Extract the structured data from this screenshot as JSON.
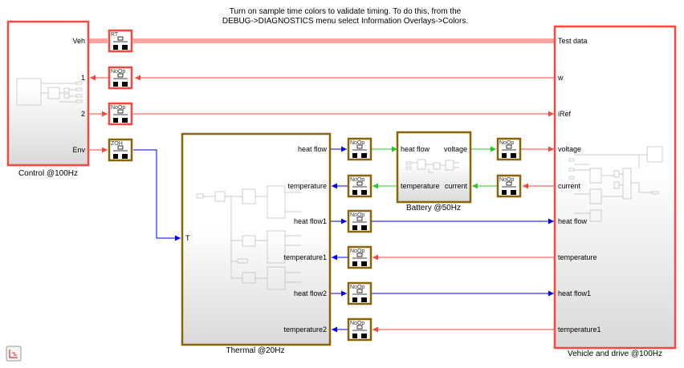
{
  "annotation": {
    "line1": "Turn on sample time colors to validate timing. To do this, from the",
    "line2": "DEBUG->DIAGNOSTICS menu select Information Overlays->Colors."
  },
  "colors": {
    "rate_100hz": "#f5483f",
    "rate_20hz": "#0000ff",
    "rate_50hz": "#2fc22f",
    "hybrid": "#8a6508"
  },
  "control": {
    "name": "Control @100Hz",
    "ports": [
      "Veh",
      "1",
      "2",
      "Env"
    ]
  },
  "thermal": {
    "name": "Thermal @20Hz",
    "in_port": "T",
    "out_ports": [
      "heat flow",
      "temperature",
      "heat flow1",
      "temperature1",
      "heat flow2",
      "temperature2"
    ]
  },
  "battery": {
    "name": "Battery @50Hz",
    "in_ports": [
      "heat flow",
      "temperature"
    ],
    "out_ports": [
      "voltage",
      "current"
    ]
  },
  "vehicle": {
    "name": "Vehicle and drive @100Hz",
    "ports": [
      "Test data",
      "w",
      "iRef",
      "voltage",
      "current",
      "heat flow",
      "temperature",
      "heat flow1",
      "temperature1"
    ]
  },
  "rate_blocks": [
    "RT",
    "NoOp",
    "NoOp",
    "ZOH",
    "NoOp",
    "NoOp",
    "NoOp",
    "NoOp",
    "NoOp",
    "NoOp",
    "NoOp",
    "NoOp"
  ]
}
